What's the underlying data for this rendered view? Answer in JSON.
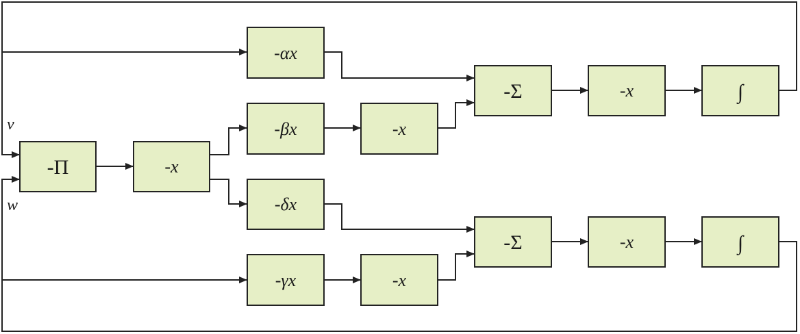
{
  "inputs": {
    "v": "v",
    "w": "w"
  },
  "blocks": {
    "product": "-Π",
    "neg_first": "-x",
    "alpha": "-αx",
    "beta": "-βx",
    "delta": "-δx",
    "gamma": "-γx",
    "neg_beta": "-x",
    "neg_gamma": "-x",
    "sum_top": "-Σ",
    "sum_bottom": "-Σ",
    "neg_top": "-x",
    "neg_bottom": "-x",
    "integral_top": "∫",
    "integral_bottom": "∫"
  },
  "colors": {
    "block_fill": "#e6efc6",
    "line": "#222222"
  }
}
